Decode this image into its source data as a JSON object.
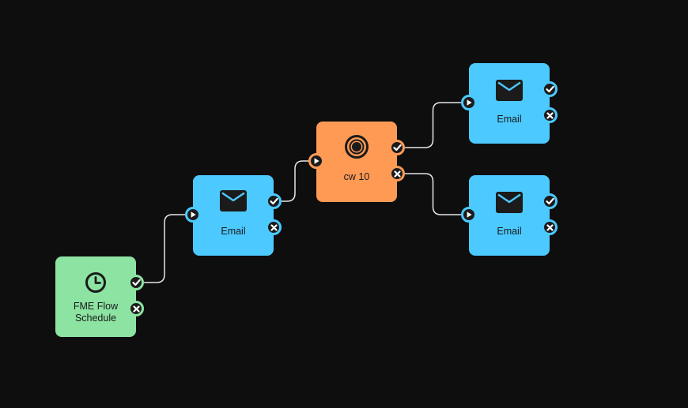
{
  "colors": {
    "background": "#0e0e0e",
    "schedule": "#8ce3a2",
    "email": "#4cc9fe",
    "decision": "#ff9a55",
    "connector": "#e6e6e6",
    "port_fill": "#1b1b1b"
  },
  "nodes": [
    {
      "id": "schedule",
      "label": "FME Flow\nSchedule",
      "icon": "clock-icon",
      "color": "#8ce3a2"
    },
    {
      "id": "email1",
      "label": "Email",
      "icon": "envelope-icon",
      "color": "#4cc9fe"
    },
    {
      "id": "cw10",
      "label": "cw 10",
      "icon": "target-icon",
      "color": "#ff9a55"
    },
    {
      "id": "email2",
      "label": "Email",
      "icon": "envelope-icon",
      "color": "#4cc9fe"
    },
    {
      "id": "email3",
      "label": "Email",
      "icon": "envelope-icon",
      "color": "#4cc9fe"
    }
  ],
  "ports": {
    "input": "play-icon",
    "success": "check-icon",
    "failure": "close-icon"
  },
  "edges": [
    {
      "from": "schedule",
      "port": "success",
      "to": "email1"
    },
    {
      "from": "email1",
      "port": "success",
      "to": "cw10"
    },
    {
      "from": "cw10",
      "port": "success",
      "to": "email2"
    },
    {
      "from": "cw10",
      "port": "failure",
      "to": "email3"
    }
  ]
}
